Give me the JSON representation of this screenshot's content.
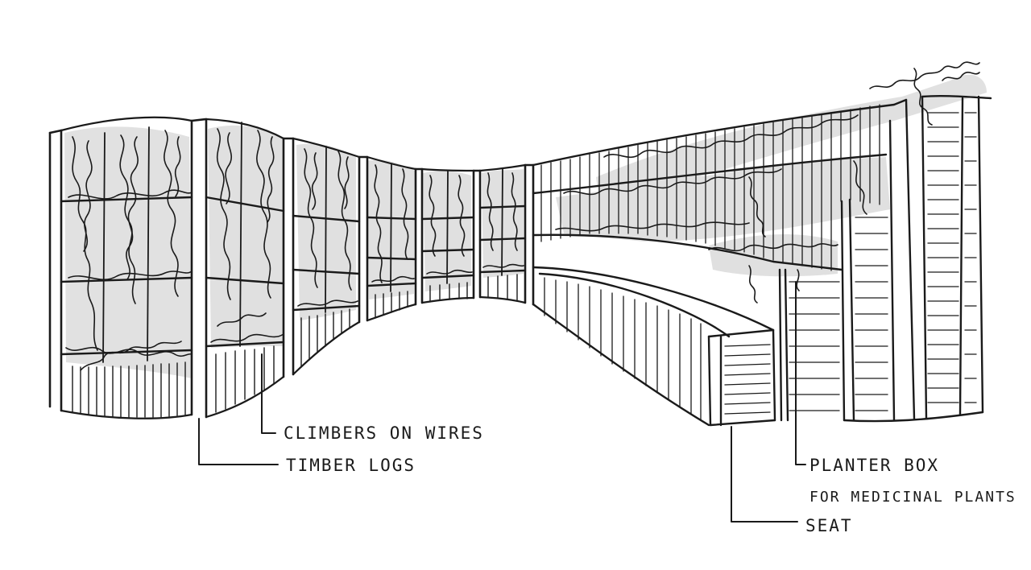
{
  "diagram": {
    "labels": {
      "climbers": "CLIMBERS ON WIRES",
      "timber": "TIMBER LOGS",
      "planter_line1": "PLANTER BOX",
      "planter_line2": "FOR MEDICINAL PLANTS",
      "seat": "SEAT"
    },
    "colors": {
      "ink": "#1a1a1a",
      "foliage_shade": "#c8c8c8",
      "paper": "#ffffff"
    }
  }
}
